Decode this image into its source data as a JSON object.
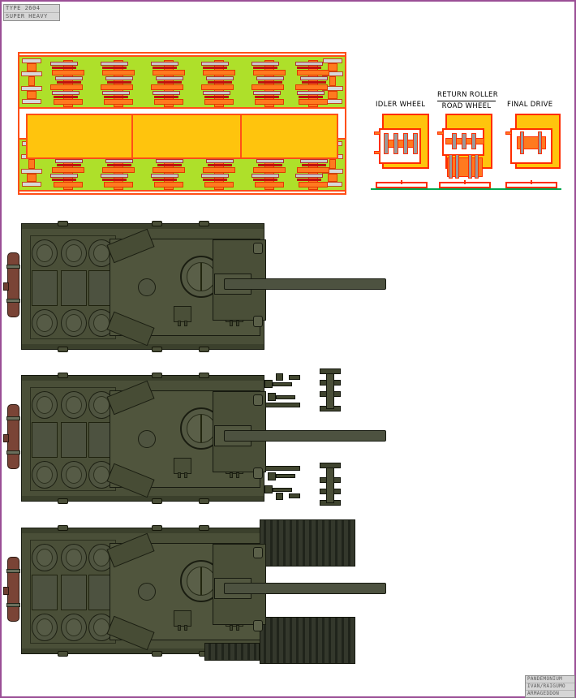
{
  "title_plate": {
    "line1": "TYPE 2604",
    "line2": "SUPER HEAVY"
  },
  "credits_plate": {
    "line1": "PANDEMONIUM",
    "line2": "IVAN/RAIGUMO",
    "line3": "ARMAGEDDON"
  },
  "component_labels": {
    "idler": "IDLER WHEEL",
    "return_roller": "RETURN ROLLER",
    "road_wheel": "ROAD WHEEL",
    "final_drive": "FINAL DRIVE"
  },
  "views": [
    {
      "name": "hull-and-turret-no-running-gear"
    },
    {
      "name": "hull-with-exposed-sprockets-and-suspension"
    },
    {
      "name": "hull-with-tracks-fitted"
    }
  ],
  "schematic": {
    "name": "chassis-suspension-plan",
    "bogie_count": 6,
    "hull_bay_count": 3
  },
  "colors": {
    "border": "#9B4F96",
    "background": "#FFFFFF",
    "schematic_outline": "#FF4F17",
    "schematic_band": "#AEE02A",
    "schematic_core": "#FFC40D",
    "detail_red": "#FF2D00",
    "detail_yellow": "#FFC40D",
    "detail_orange": "#FF7A1F",
    "detail_steel": "#9A9A9A",
    "ground_line": "#00A84F",
    "hull_green": "#4A4F38",
    "hull_outline": "#171A10",
    "track_grey": "#34382C",
    "drum_brown": "#7A4436",
    "plate_face": "#D6D6D6",
    "plate_text": "#5A5A5A"
  }
}
